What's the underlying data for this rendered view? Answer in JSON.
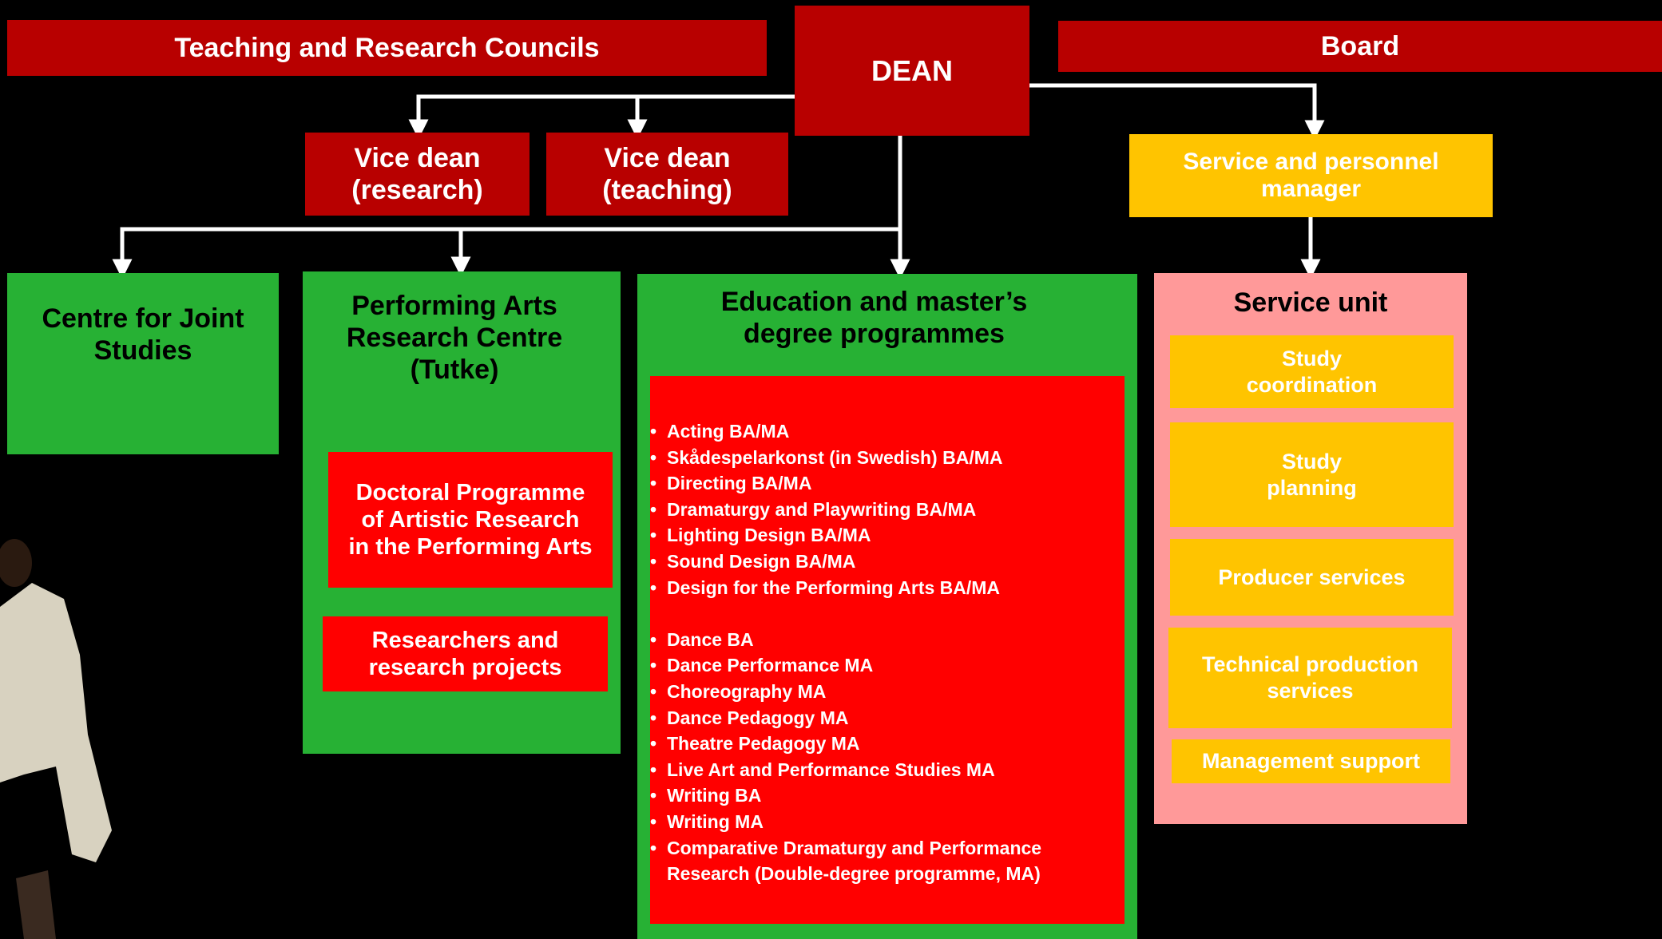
{
  "header": {
    "councils": "Teaching and Research Councils",
    "dean": "DEAN",
    "board": "Board"
  },
  "vice_deans": {
    "research": [
      "Vice dean",
      "(research)"
    ],
    "teaching": [
      "Vice dean",
      "(teaching)"
    ]
  },
  "service_manager": [
    "Service and personnel",
    "manager"
  ],
  "centre_joint": [
    "Centre for Joint",
    "Studies"
  ],
  "tutke": {
    "title": [
      "Performing Arts",
      "Research Centre",
      "(Tutke)"
    ],
    "doctoral": [
      "Doctoral Programme",
      "of Artistic Research",
      "in the Performing Arts"
    ],
    "researchers": [
      "Researchers and",
      "research projects"
    ]
  },
  "education": {
    "title": [
      "Education and master’s",
      "degree programmes"
    ],
    "programmes_group1": [
      "Acting BA/MA",
      "Skådespelarkonst (in Swedish) BA/MA",
      "Directing BA/MA",
      "Dramaturgy and Playwriting BA/MA",
      "Lighting Design BA/MA",
      "Sound Design BA/MA",
      "Design for the Performing Arts BA/MA"
    ],
    "programmes_group2": [
      "Dance BA",
      "Dance Performance MA",
      "Choreography MA",
      "Dance Pedagogy MA",
      "Theatre Pedagogy MA",
      "Live Art and Performance Studies MA",
      "Writing BA",
      "Writing MA",
      "Comparative Dramaturgy and Performance\nResearch (Double-degree programme, MA)"
    ]
  },
  "service_unit": {
    "title": "Service unit",
    "items": [
      [
        "Study",
        "coordination"
      ],
      [
        "Study",
        "planning"
      ],
      [
        "Producer services"
      ],
      [
        "Technical production",
        "services"
      ],
      [
        "Management support"
      ]
    ]
  },
  "colors": {
    "dark_red": "#b80000",
    "green": "#27b134",
    "red": "#ff0000",
    "yellow": "#ffc400",
    "pink": "#ff9999",
    "background": "#000000"
  }
}
